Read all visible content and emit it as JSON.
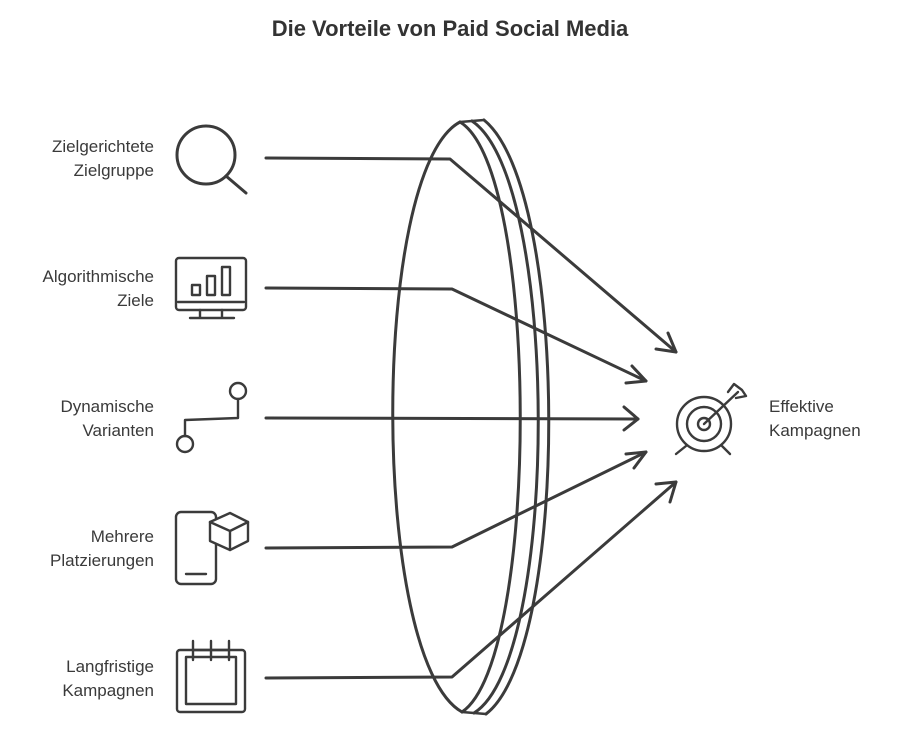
{
  "title": "Die Vorteile von Paid Social Media",
  "inputs": [
    {
      "line1": "Zielgerichtete",
      "line2": "Zielgruppe",
      "icon": "magnifier-icon"
    },
    {
      "line1": "Algorithmische",
      "line2": "Ziele",
      "icon": "bar-chart-monitor-icon"
    },
    {
      "line1": "Dynamische",
      "line2": "Varianten",
      "icon": "path-nodes-icon"
    },
    {
      "line1": "Mehrere",
      "line2": "Platzierungen",
      "icon": "phone-box-icon"
    },
    {
      "line1": "Langfristige",
      "line2": "Kampagnen",
      "icon": "calendar-icon"
    }
  ],
  "output": {
    "line1": "Effektive",
    "line2": "Kampagnen",
    "icon": "target-arrow-icon"
  },
  "colors": {
    "ink": "#3b3b3b",
    "background": "#ffffff"
  }
}
